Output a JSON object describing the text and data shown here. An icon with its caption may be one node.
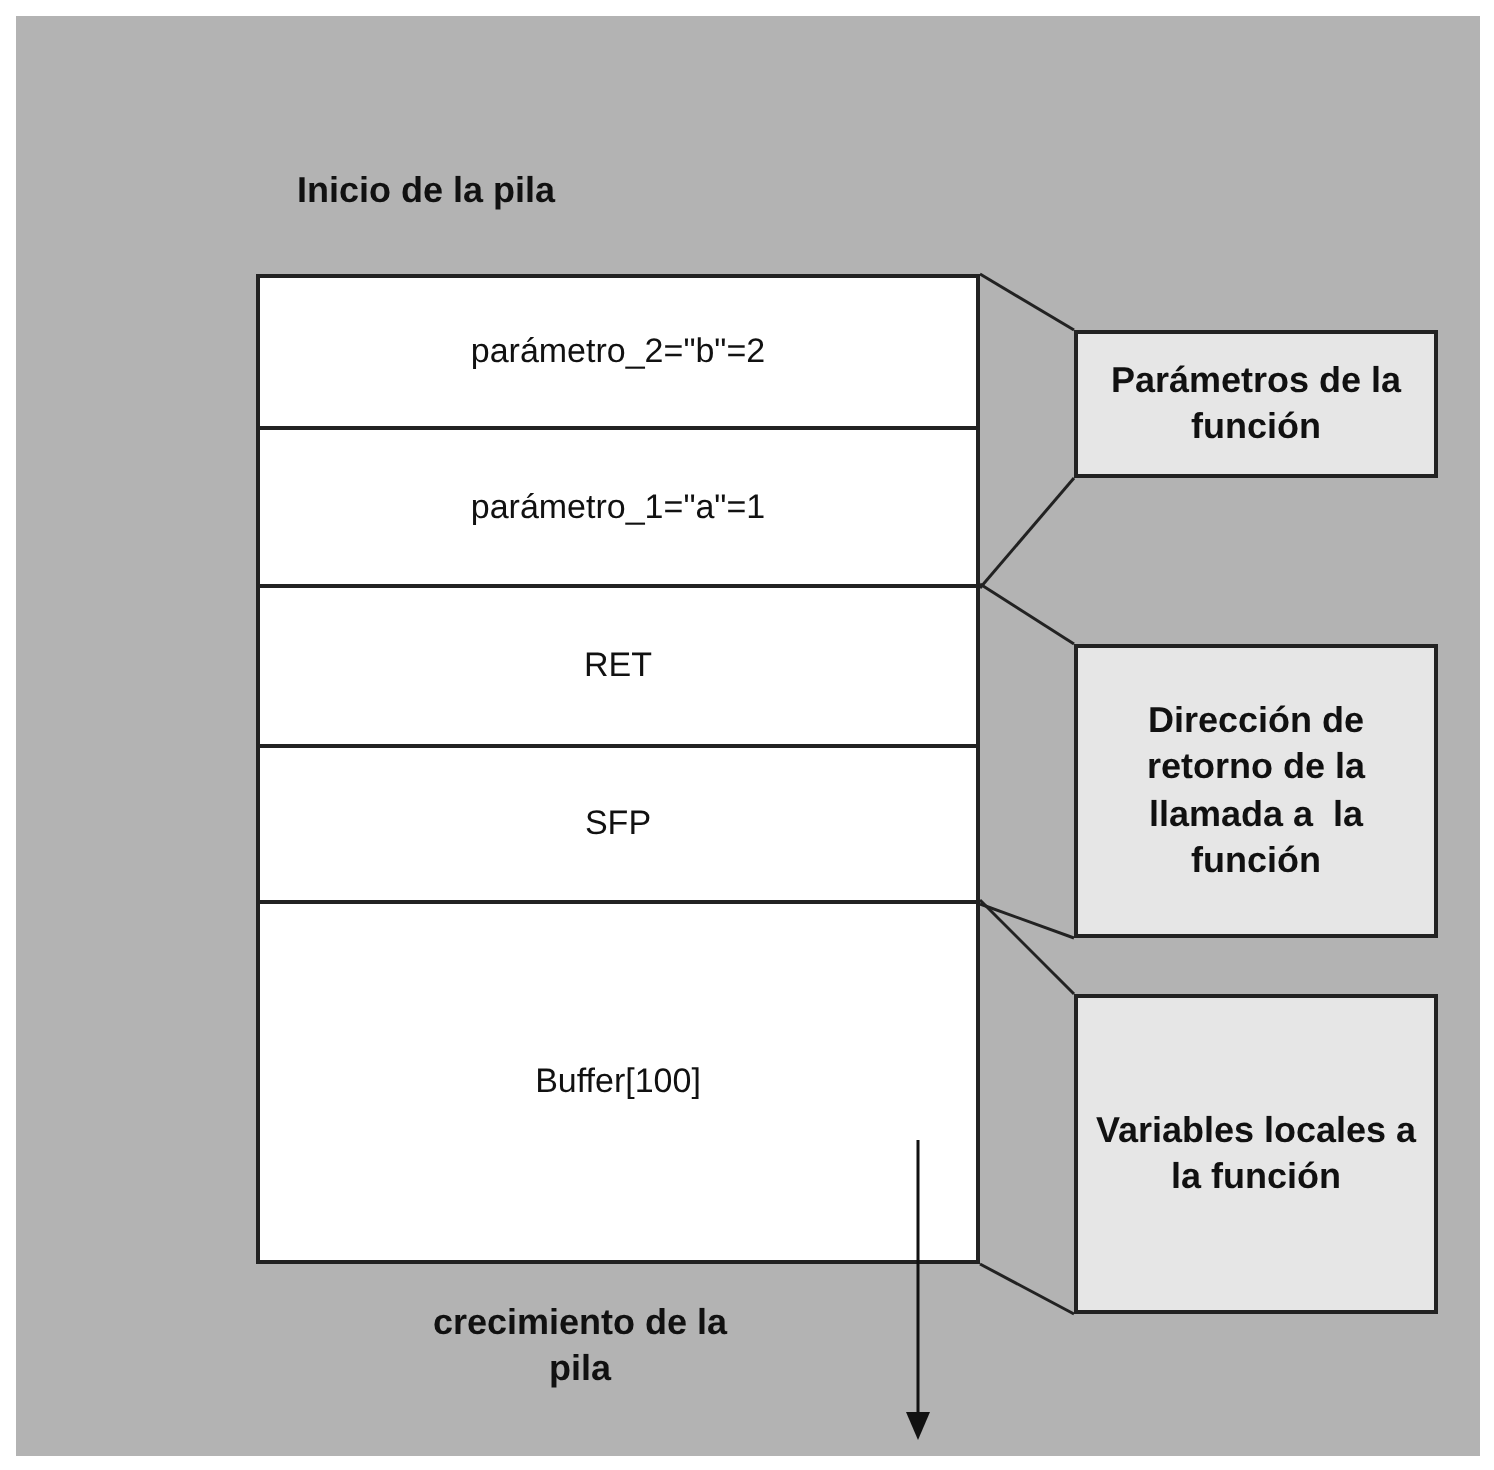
{
  "diagram": {
    "nodes": [
      {
        "text": [
          "parámetro_2=\"b\"=2"
        ]
      },
      {
        "text": [
          "parámetro_1=\"a\"=1"
        ]
      },
      {
        "text": [
          "RET"
        ]
      },
      {
        "text": [
          "SFP"
        ]
      },
      {
        "text": [
          "Buffer[100]"
        ]
      },
      {
        "text": [
          "Parámetros de la función"
        ]
      },
      {
        "text": [
          "Dirección de retorno de la llamada a  la función"
        ]
      },
      {
        "text": [
          "Variables locales a la función"
        ]
      }
    ],
    "edges": [
      {
        "from": 5,
        "to": 0,
        "arrow": "none"
      },
      {
        "from": 5,
        "to": 1,
        "arrow": "none"
      },
      {
        "from": 6,
        "to": 2,
        "arrow": "none"
      },
      {
        "from": 6,
        "to": 3,
        "arrow": "none"
      },
      {
        "from": 7,
        "to": 4,
        "arrow": "none"
      },
      {
        "from": 7,
        "to": 4,
        "arrow": "none"
      }
    ],
    "labels": [
      "Inicio de la pila",
      "crecimiento de la pila"
    ]
  }
}
